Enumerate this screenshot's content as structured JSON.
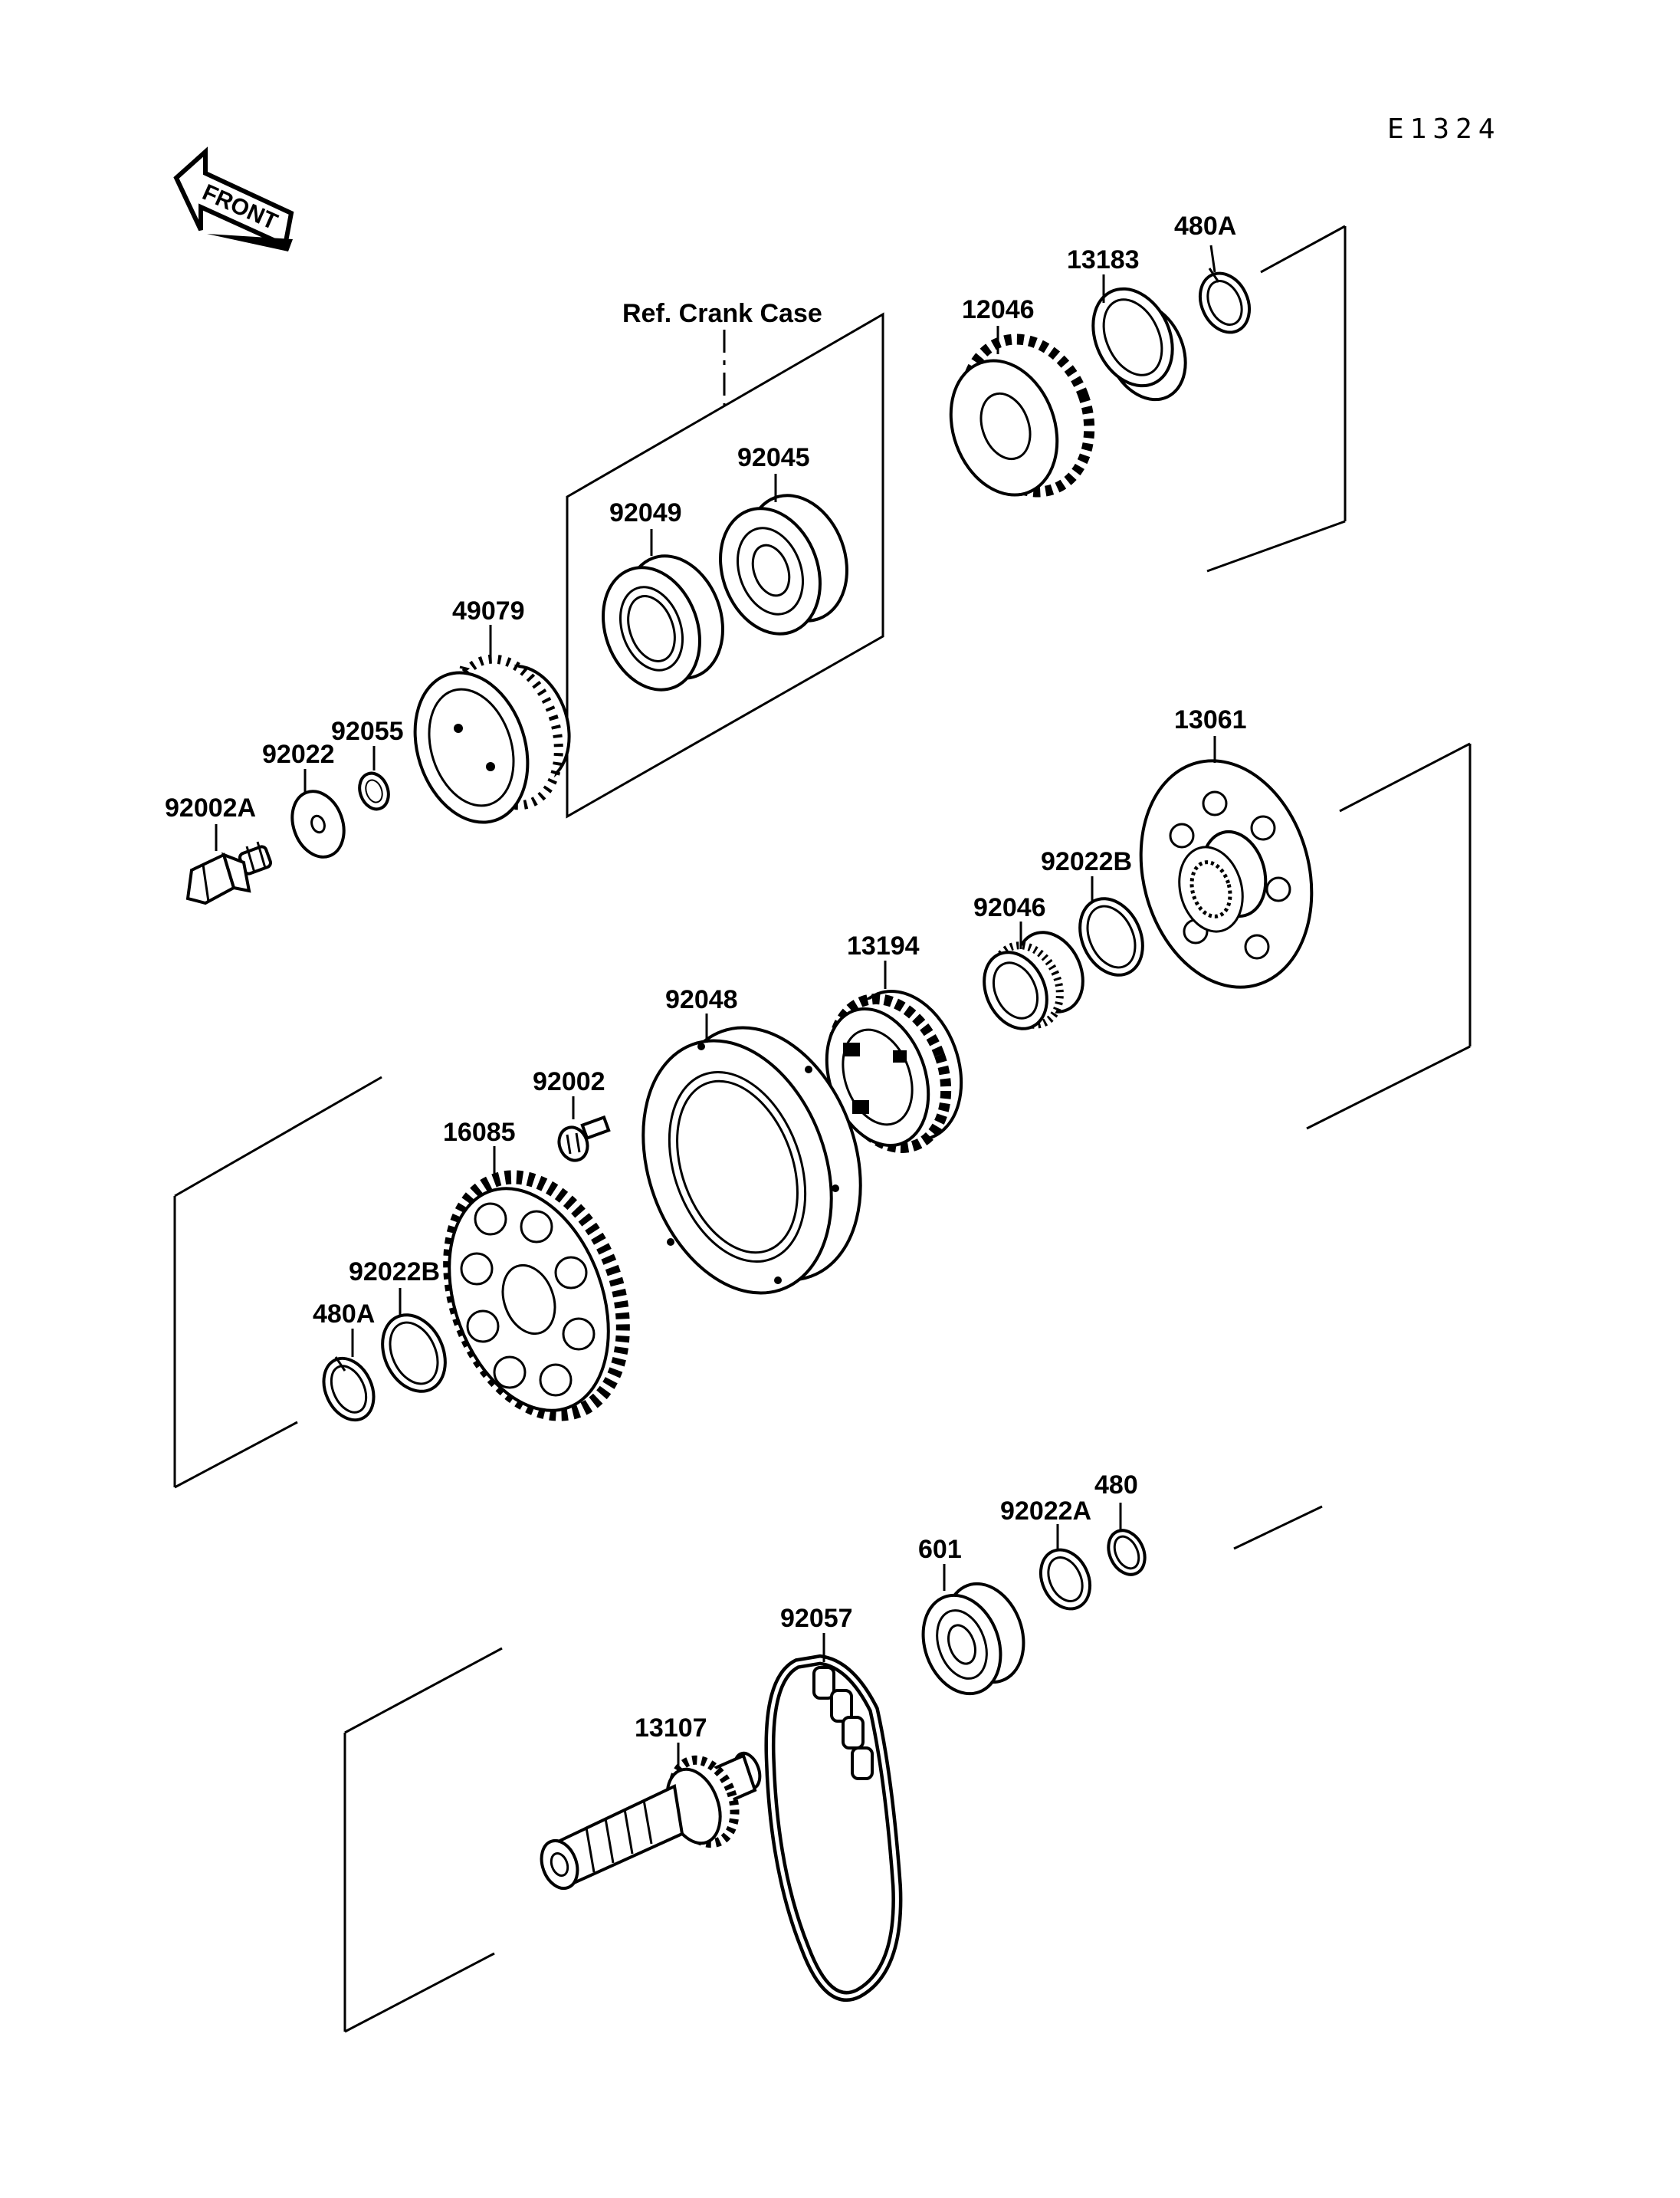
{
  "diagram_code": "E1324",
  "front_label": "FRONT",
  "ref_label": "Ref. Crank Case",
  "parts": {
    "p480A_top": "480A",
    "p13183": "13183",
    "p12046": "12046",
    "p92045": "92045",
    "p92049": "92049",
    "p49079": "49079",
    "p92055": "92055",
    "p92022": "92022",
    "p92002A": "92002A",
    "p13061": "13061",
    "p92022B_right": "92022B",
    "p92046": "92046",
    "p13194": "13194",
    "p92048": "92048",
    "p92002": "92002",
    "p16085": "16085",
    "p92022B_left": "92022B",
    "p480A_left": "480A",
    "p480": "480",
    "p92022A": "92022A",
    "p601": "601",
    "p92057": "92057",
    "p13107": "13107"
  }
}
